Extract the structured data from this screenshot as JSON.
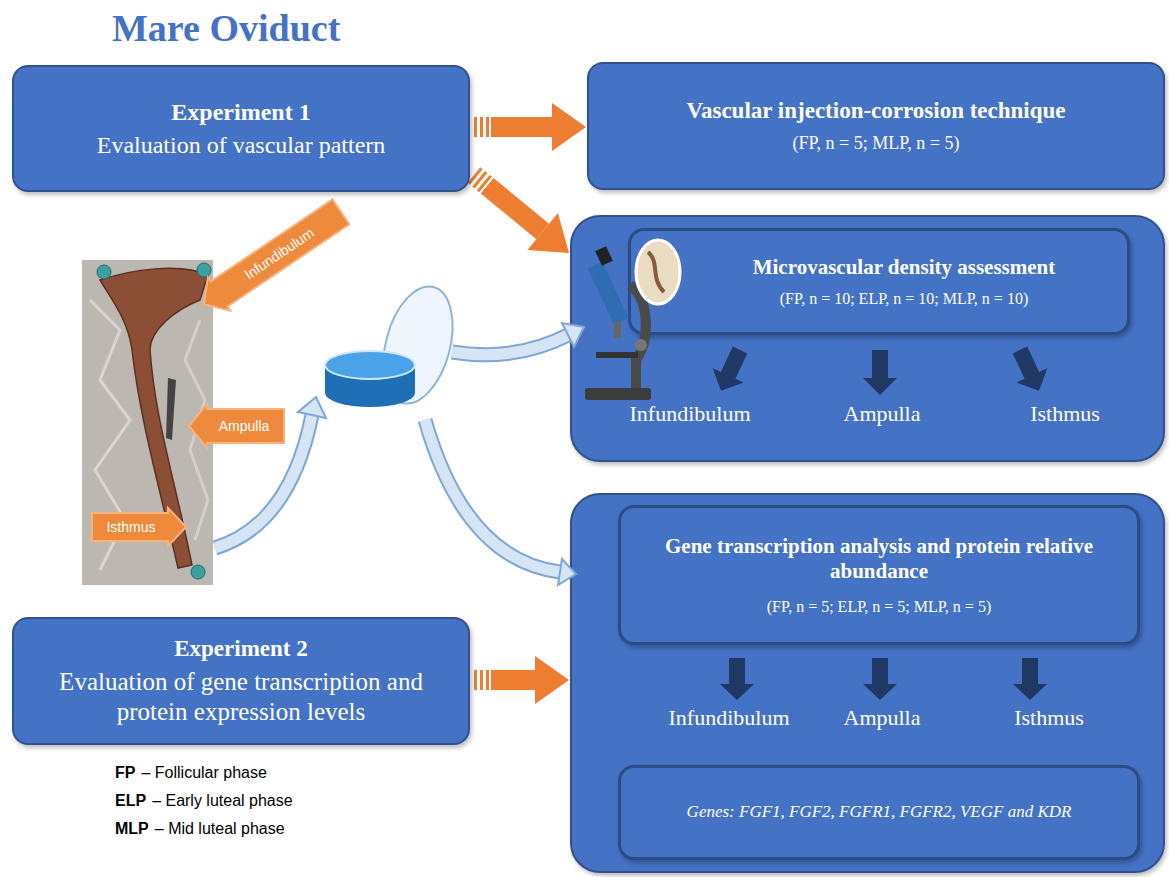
{
  "diagram": {
    "title": "Mare Oviduct",
    "nodes": [
      {
        "text": [
          "Experiment 1",
          "Evaluation of vascular pattern"
        ]
      },
      {
        "text": [
          "Vascular injection-corrosion technique",
          "(FP, n = 5; MLP, n = 5)"
        ]
      },
      {
        "text": [
          "Infundibulum",
          "Ampulla",
          "Isthmus"
        ]
      },
      {
        "text": [
          "Microvascular density assessment",
          "(FP, n = 10; ELP, n = 10; MLP, n = 10)"
        ],
        "in": 2
      },
      {
        "text": [
          "Infundibulum"
        ]
      },
      {
        "text": [
          "Ampulla"
        ]
      },
      {
        "text": [
          "Isthmus"
        ]
      },
      {
        "text": [
          "Infundibulum",
          "Ampulla",
          "Isthmus"
        ]
      },
      {
        "text": [
          "Gene transcription analysis and protein relative abundance",
          "(FP, n = 5; ELP, n = 5; MLP, n = 5)"
        ],
        "in": 7
      },
      {
        "text": [
          "Genes: FGF1, FGF2, FGFR1, FGFR2, VEGF and KDR"
        ],
        "in": 7
      },
      {
        "text": [
          "Experiment 2",
          "Evaluation of gene transcription and protein expression levels"
        ]
      }
    ],
    "edges": [
      {
        "from": 0,
        "to": 1,
        "arrow": "to"
      },
      {
        "from": 0,
        "to": 2,
        "arrow": "to"
      },
      {
        "from": 10,
        "to": 7,
        "arrow": "to"
      }
    ],
    "labels": [
      "FP",
      "– Follicular phase",
      "ELP",
      "– Early luteal phase",
      "MLP",
      "– Mid luteal phase"
    ]
  }
}
